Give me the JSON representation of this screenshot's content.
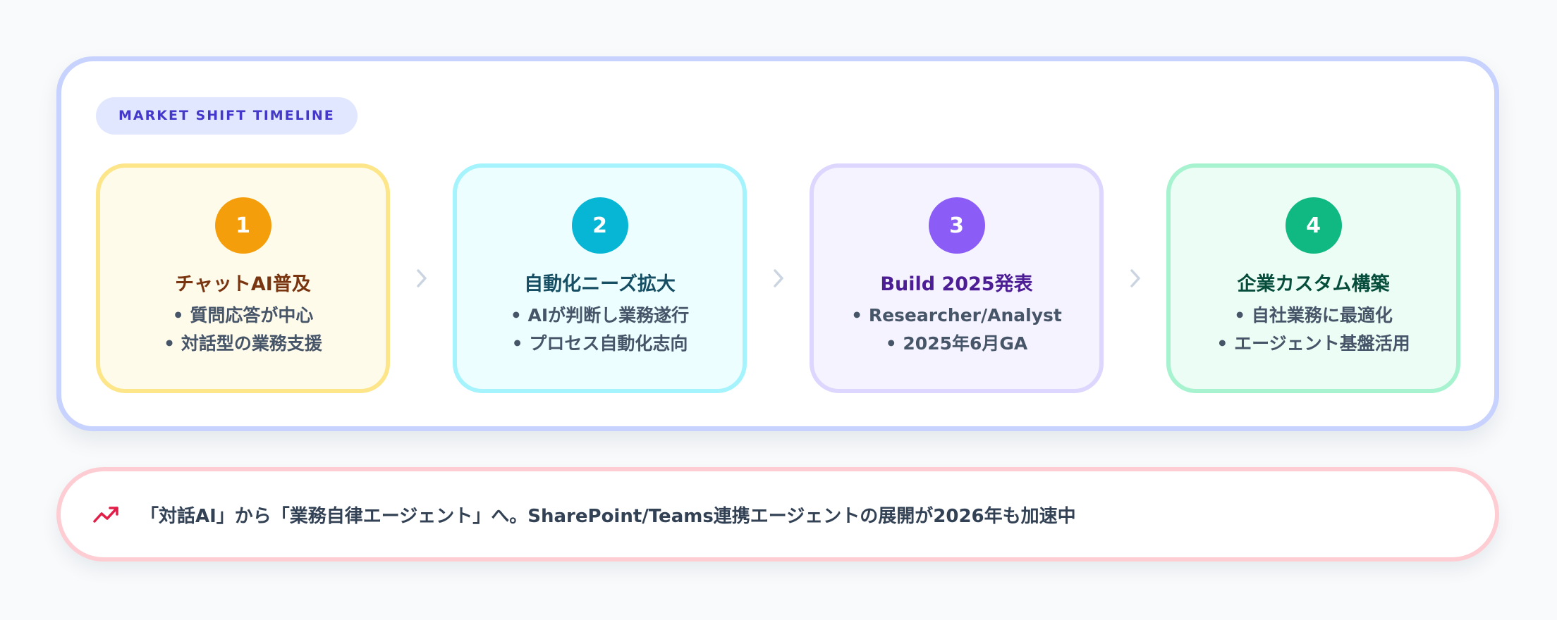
{
  "timeline": {
    "badge_label": "MARKET SHIFT TIMELINE",
    "steps": [
      {
        "number": "1",
        "title": "チャットAI普及",
        "bullets": [
          "• 質問応答が中心",
          "• 対話型の業務支援"
        ],
        "colors": {
          "circle": "#f59e0b",
          "title": "#78350f",
          "background": "#fffbeb",
          "border": "#fde68a"
        }
      },
      {
        "number": "2",
        "title": "自動化ニーズ拡大",
        "bullets": [
          "• AIが判断し業務遂行",
          "• プロセス自動化志向"
        ],
        "colors": {
          "circle": "#06b6d4",
          "title": "#164e63",
          "background": "#ecfeff",
          "border": "#a5f3fc"
        }
      },
      {
        "number": "3",
        "title": "Build 2025発表",
        "bullets": [
          "• Researcher/Analyst",
          "• 2025年6月GA"
        ],
        "colors": {
          "circle": "#8b5cf6",
          "title": "#4c1d95",
          "background": "#f5f3ff",
          "border": "#ddd6fe"
        }
      },
      {
        "number": "4",
        "title": "企業カスタム構築",
        "bullets": [
          "• 自社業務に最適化",
          "• エージェント基盤活用"
        ],
        "colors": {
          "circle": "#10b981",
          "title": "#064e3b",
          "background": "#ecfdf5",
          "border": "#a7f3d0"
        }
      }
    ],
    "connector_icon": "chevron-right-icon"
  },
  "banner": {
    "icon": "trending-up-icon",
    "icon_color": "#e11d48",
    "text": "「対話AI」から「業務自律エージェント」へ。SharePoint/Teams連携エージェントの展開が2026年も加速中"
  }
}
